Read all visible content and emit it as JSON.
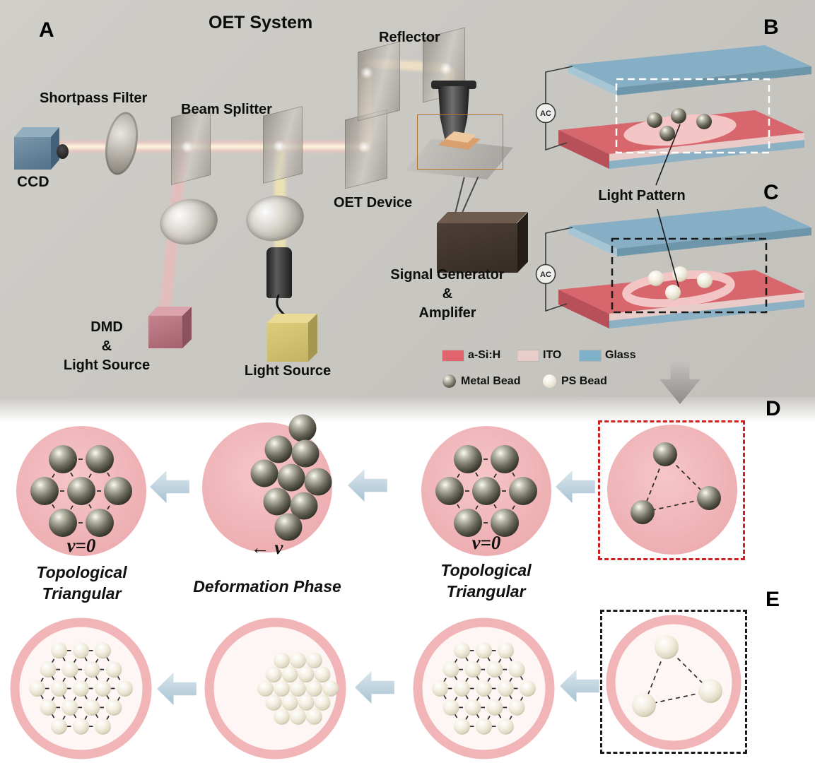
{
  "figure": {
    "panel_a": {
      "letter": "A",
      "title": "OET System",
      "labels": {
        "reflector": "Reflector",
        "shortpass_filter": "Shortpass Filter",
        "beam_splitter": "Beam Splitter",
        "ccd": "CCD",
        "oet_device": "OET Device",
        "signal_generator": "Signal Generator\n&\nAmplifer",
        "dmd": "DMD\n&\nLight Source",
        "light_source": "Light Source"
      }
    },
    "panel_b": {
      "letter": "B",
      "ac_label": "AC"
    },
    "panel_c": {
      "letter": "C",
      "ac_label": "AC"
    },
    "light_pattern_label": "Light Pattern",
    "legend": {
      "a_si_h": {
        "label": "a-Si:H",
        "color": "#df646c"
      },
      "ito": {
        "label": "ITO",
        "color": "#e9cdca"
      },
      "glass": {
        "label": "Glass",
        "color": "#7fb2c8"
      },
      "metal_bead_label": "Metal Bead",
      "ps_bead_label": "PS Bead"
    },
    "panel_d": {
      "letter": "D"
    },
    "panel_e": {
      "letter": "E"
    },
    "flow_metal": {
      "final": {
        "arrangement": "hex7",
        "bead": "metal",
        "velocity": "v=0",
        "caption": "Topological\nTriangular"
      },
      "deformation": {
        "arrangement": "cluster_metal",
        "bead": "metal",
        "velocity": "← v",
        "caption": "Deformation Phase"
      },
      "initial": {
        "arrangement": "hex7",
        "bead": "metal",
        "velocity": "v=0",
        "caption": "Topological\nTriangular"
      },
      "seed": {
        "arrangement": "triangle3",
        "bead": "metal"
      }
    },
    "flow_ps": {
      "final": {
        "arrangement": "hex19",
        "bead": "ps"
      },
      "deformation": {
        "arrangement": "cluster_ps",
        "bead": "ps"
      },
      "initial": {
        "arrangement": "hex19",
        "bead": "ps"
      },
      "seed": {
        "arrangement": "triangle3",
        "bead": "ps"
      }
    },
    "colors": {
      "light_pattern": "#f1b5b7",
      "background_top": "#c9c7c2",
      "roi_red": "#cf1f1f",
      "roi_black": "#1a1a1a",
      "arrow_blue": "#aec8d7"
    }
  }
}
